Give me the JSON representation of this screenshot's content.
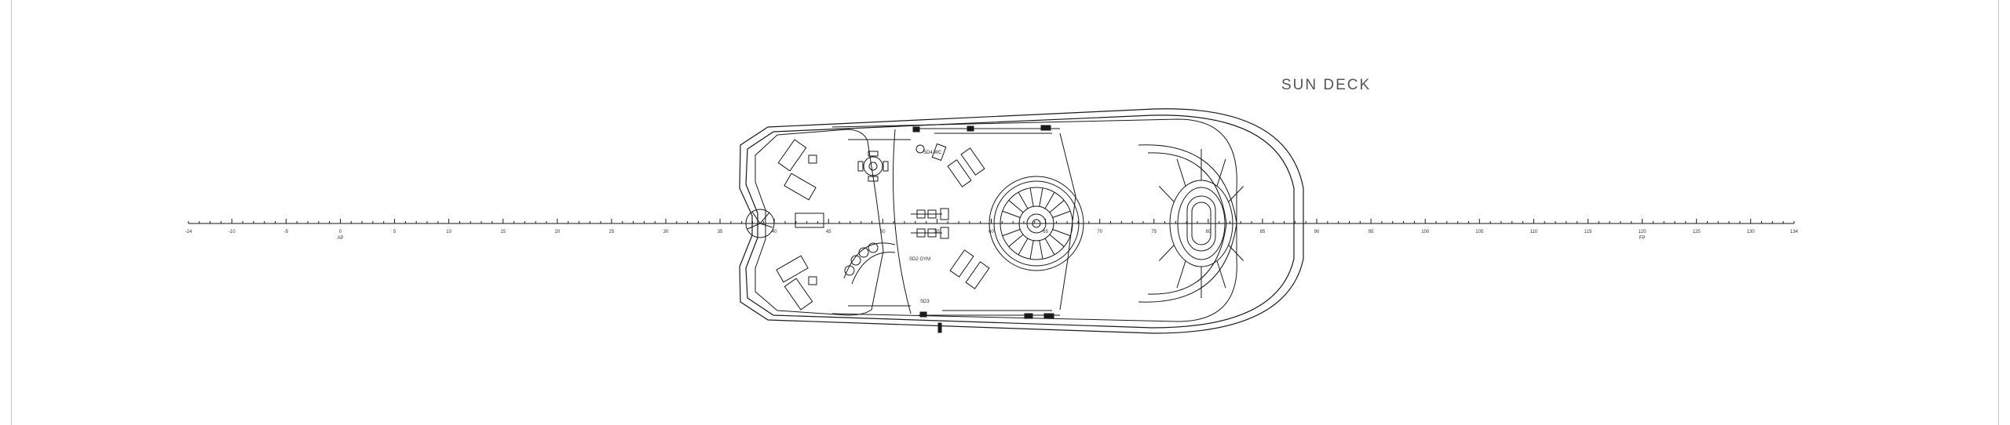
{
  "drawing": {
    "title": "SUN DECK",
    "rooms": {
      "wc": "SD4 WC",
      "gym": "SD2 GYM",
      "store": "SD3"
    },
    "scale": {
      "ticks": [
        "-14",
        "-10",
        "-5",
        "0",
        "5",
        "10",
        "15",
        "20",
        "25",
        "30",
        "35",
        "40",
        "45",
        "50",
        "55",
        "60",
        "65",
        "70",
        "75",
        "80",
        "85",
        "90",
        "95",
        "100",
        "105",
        "110",
        "115",
        "120",
        "125",
        "130",
        "134"
      ],
      "markers": {
        "ap": "AP",
        "fp": "FP"
      }
    },
    "colors": {
      "line": "#1a1a1a",
      "frame": "#c8c8c8",
      "title": "#555555"
    }
  }
}
